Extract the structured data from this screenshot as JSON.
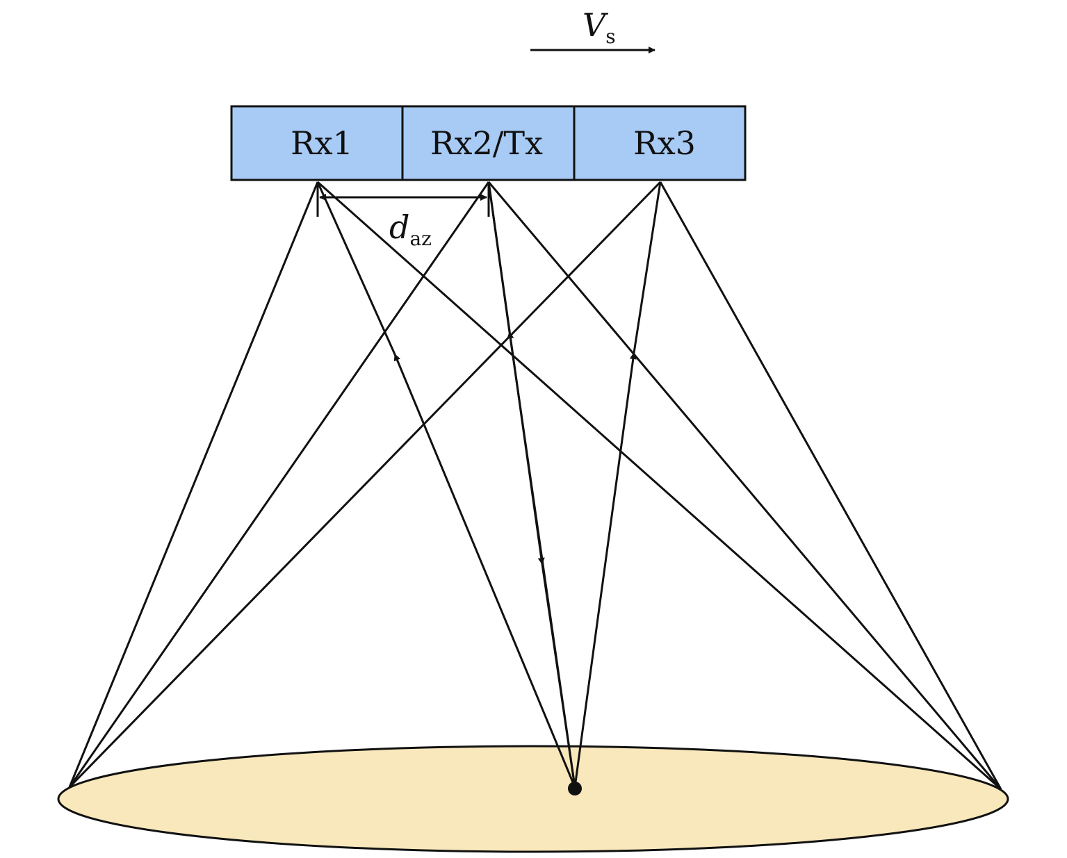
{
  "colors": {
    "antenna_fill": "#a8cbf5",
    "footprint_fill": "#f8e8bb",
    "stroke": "#111111"
  },
  "velocity": {
    "symbol": "V",
    "subscript": "s"
  },
  "antennas": [
    {
      "id": "rx1",
      "label": "Rx1"
    },
    {
      "id": "rx2tx",
      "label": "Rx2/Tx"
    },
    {
      "id": "rx3",
      "label": "Rx3"
    }
  ],
  "baseline": {
    "symbol": "d",
    "subscript": "az"
  }
}
